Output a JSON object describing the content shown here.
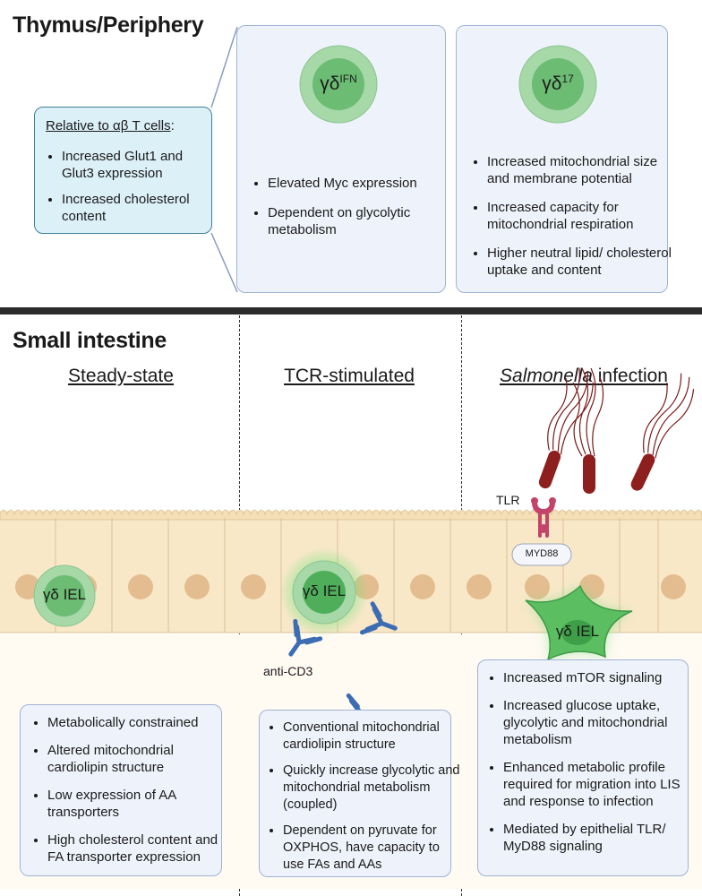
{
  "thymus": {
    "title": "Thymus/Periphery",
    "ab_box": {
      "header": "Relative to αβ T cells",
      "header_suffix": ":",
      "items": [
        "Increased Glut1 and Glut3 expression",
        "Increased cholesterol content"
      ]
    },
    "ifn_box": {
      "cell_prefix": "γδ",
      "cell_sup": "IFN",
      "items": [
        "Elevated Myc expression",
        "Dependent on glycolytic metabolism"
      ]
    },
    "il17_box": {
      "cell_prefix": "γδ",
      "cell_sup": "17",
      "items": [
        "Increased mitochondrial size and membrane potential",
        "Increased capacity for mitochondrial respiration",
        "Higher neutral lipid/ cholesterol uptake and content"
      ]
    }
  },
  "intestine": {
    "title": "Small intestine",
    "steady": {
      "heading": "Steady-state",
      "cell_label": "γδ IEL",
      "items": [
        "Metabolically constrained",
        "Altered mitochondrial cardiolipin structure",
        "Low expression of AA transporters",
        "High cholesterol content and FA transporter expression"
      ]
    },
    "tcr": {
      "heading": "TCR-stimulated",
      "cell_label": "γδ IEL",
      "antibody_label": "anti-CD3",
      "items": [
        "Conventional mitochondrial cardiolipin structure",
        "Quickly increase glycolytic and mitochondrial metabolism (coupled)",
        "Dependent on pyruvate for OXPHOS, have capacity to use FAs and AAs"
      ]
    },
    "salmonella": {
      "heading_italic": "Salmonella",
      "heading_rest": " infection",
      "cell_label": "γδ IEL",
      "tlr_label": "TLR",
      "myd88_label": "MYD88",
      "items": [
        "Increased mTOR signaling",
        "Increased glucose uptake, glycolytic and mitochondrial metabolism",
        "Enhanced metabolic profile required for migration into LIS and response to infection",
        "Mediated by epithelial TLR/ MyD88 signaling"
      ]
    }
  },
  "colors": {
    "panel_fill": "#eef3fb",
    "panel_border": "#9fb3d6",
    "ab_fill": "#dcf0f8",
    "ab_border": "#3f7f99",
    "cell_outer": "#a6d8a8",
    "cell_inner": "#6cbc73",
    "epithelium": "#f8e8c8",
    "nucleus": "#e3bd8f",
    "antibody": "#3c6cb4",
    "bacteria": "#8e1f1f",
    "tlr": "#c4436b"
  }
}
